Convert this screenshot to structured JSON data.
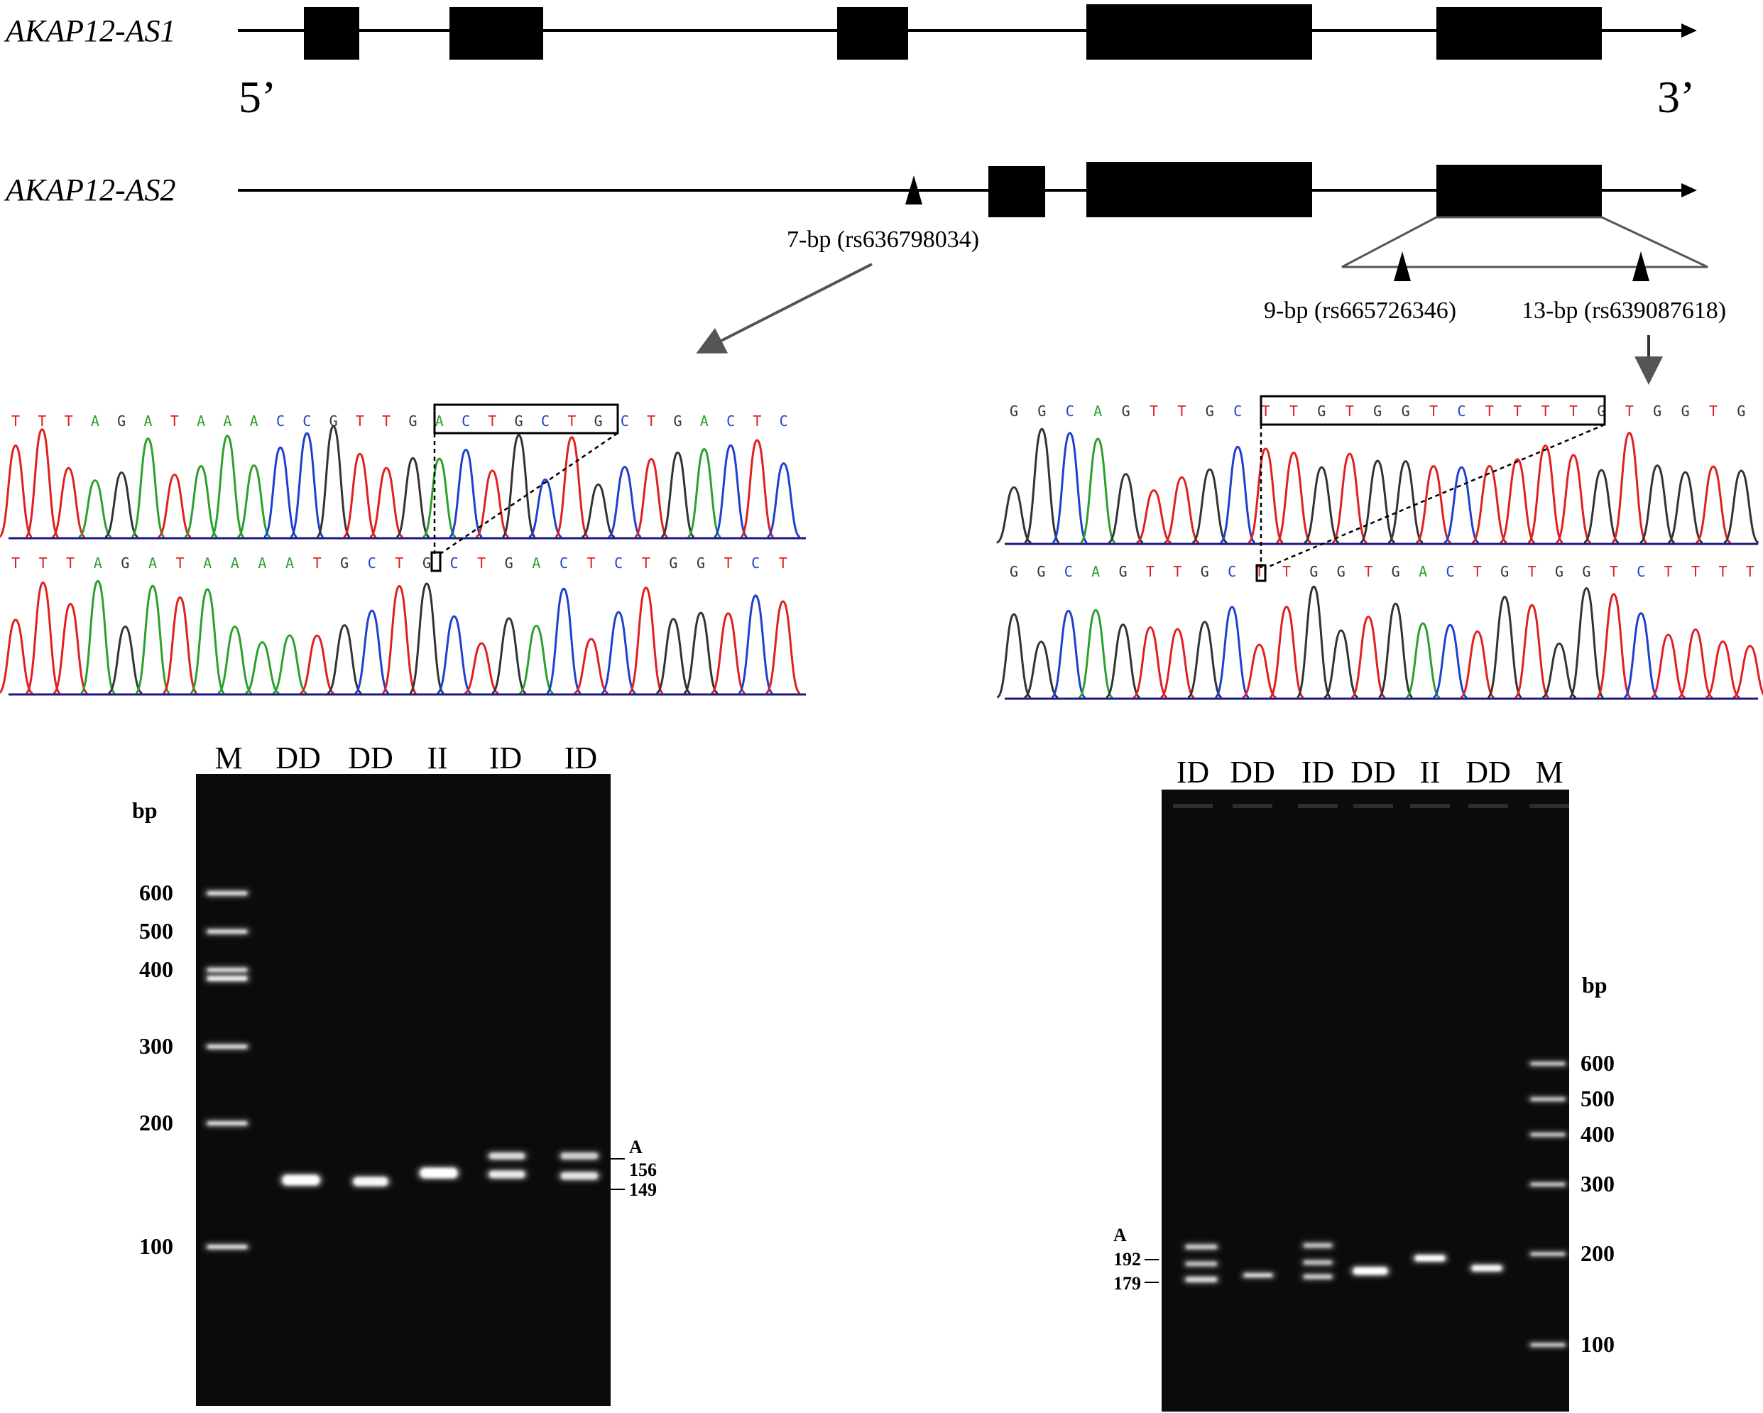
{
  "gene_model": {
    "gene1": {
      "name": "AKAP12-AS1",
      "five_prime": "5’",
      "three_prime": "3’"
    },
    "gene2": {
      "name": "AKAP12-AS2"
    },
    "indels": {
      "left": "7-bp (rs636798034)",
      "mid": "9-bp (rs665726346)",
      "right": "13-bp (rs639087618)"
    }
  },
  "sequences": {
    "left_top": "TTTAGATAAACCGTTGACTGCTGCTGACTC",
    "left_bottom": "TTTAGATAAAATGCTGCTGACTCTGGTCT",
    "right_top": "GGCAGTTGCTTGTGGTCTTTTGTGGTG",
    "right_bottom": "GGCAGTTGCTTGGTGACTGTGGTCTTTT"
  },
  "base_colors": {
    "A": "#2ca02c",
    "C": "#1f3fd0",
    "G": "#333333",
    "T": "#e02020"
  },
  "gel_left": {
    "lanes": [
      "M",
      "DD",
      "DD",
      "II",
      "ID",
      "ID"
    ],
    "unit": "bp",
    "marker_labels": [
      "600",
      "500",
      "400",
      "300",
      "200",
      "100"
    ],
    "band_labels": [
      "A",
      "156",
      "149"
    ]
  },
  "gel_right": {
    "lanes": [
      "ID",
      "DD",
      "ID",
      "DD",
      "II",
      "DD",
      "M"
    ],
    "unit": "bp",
    "marker_labels": [
      "600",
      "500",
      "400",
      "300",
      "200",
      "100"
    ],
    "band_labels": [
      "A",
      "192",
      "179"
    ]
  }
}
